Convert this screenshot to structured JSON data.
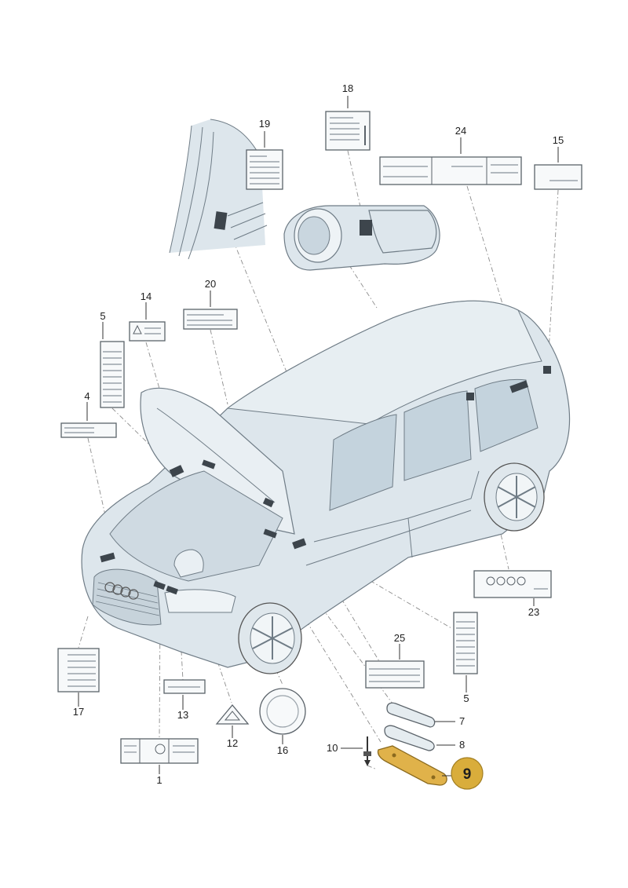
{
  "diagram": {
    "callouts": [
      {
        "id": "18",
        "label": "18"
      },
      {
        "id": "19",
        "label": "19"
      },
      {
        "id": "24",
        "label": "24"
      },
      {
        "id": "15",
        "label": "15"
      },
      {
        "id": "20",
        "label": "20"
      },
      {
        "id": "14",
        "label": "14"
      },
      {
        "id": "5a",
        "label": "5"
      },
      {
        "id": "4",
        "label": "4"
      },
      {
        "id": "23",
        "label": "23"
      },
      {
        "id": "5b",
        "label": "5"
      },
      {
        "id": "25",
        "label": "25"
      },
      {
        "id": "17",
        "label": "17"
      },
      {
        "id": "13",
        "label": "13"
      },
      {
        "id": "12",
        "label": "12"
      },
      {
        "id": "16",
        "label": "16"
      },
      {
        "id": "1",
        "label": "1"
      },
      {
        "id": "7",
        "label": "7"
      },
      {
        "id": "8",
        "label": "8"
      },
      {
        "id": "10",
        "label": "10"
      }
    ],
    "highlighted_part": {
      "label": "9",
      "color": "#d9ad3b"
    },
    "colors": {
      "vehicle": "#dde6ec",
      "outline": "#6f7c86",
      "highlight_part": "#e0b24a"
    }
  }
}
